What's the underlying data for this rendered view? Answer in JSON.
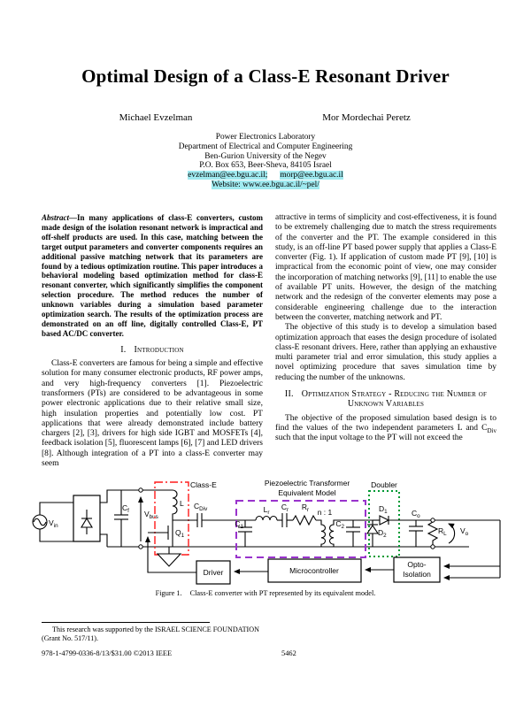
{
  "colors": {
    "highlight": "#a0eaf0",
    "blue": "#0000cc",
    "red": "#ff1a1a",
    "purple": "#9933cc",
    "green": "#009933"
  },
  "header": {
    "title": "Optimal Design of a Class-E Resonant Driver",
    "authors": [
      "Michael Evzelman",
      "Mor Mordechai Peretz"
    ]
  },
  "affiliation": {
    "lines": [
      "Power Electronics Laboratory",
      "Department of Electrical and Computer Engineering",
      "Ben-Gurion University of the Negev",
      "P.O. Box 653, Beer-Sheva, 84105 Israel"
    ],
    "email1": "evzelman@ee.bgu.ac.il;",
    "email2": "morp@ee.bgu.ac.il",
    "website": "Website: www.ee.bgu.ac.il/~pel/"
  },
  "body": {
    "abstract_label": "Abstract",
    "abstract_text": "—In many applications of class-E converters, custom made design of the isolation resonant network is impractical and off-shelf products are used. In this case, matching between the target output parameters and converter components requires an additional passive matching network that its parameters are found by a tedious optimization routine. This paper introduces a behavioral modeling based optimization method for class-E resonant converter, which significantly simplifies the component selection procedure. The method reduces the number of unknown variables during a simulation based parameter optimization search. The results of the optimization process are demonstrated on an off line, digitally controlled Class-E, PT based AC/DC converter.",
    "sections": [
      {
        "no": "I.",
        "title": "Introduction"
      },
      {
        "no": "II.",
        "title": "Optimization Strategy - Reducing the Number of Unknown Variables"
      }
    ],
    "intro_p1": "Class-E converters are famous for being a simple and effective solution for many consumer electronic products, RF power amps, and very high-frequency converters [1]. Piezoelectric transformers (PTs) are considered to be advantageous in some power electronic applications due to their relative small size, high insulation properties and potentially low cost. PT applications that were already demonstrated include battery chargers [2], [3], drivers for high side IGBT and MOSFETs [4], feedback isolation [5], fluorescent lamps [6], [7] and LED drivers [8]. Although integration of a PT into a class-E converter may seem",
    "col2_p1": "attractive in terms of simplicity and cost-effectiveness, it is found to be extremely challenging due to match the stress requirements of the converter and the PT. The example considered in this study, is an off-line PT based power supply that applies a Class-E converter (Fig. 1). If application of custom made PT [9], [10] is impractical from the economic point of view, one may consider the incorporation of matching networks [9], [11] to enable the use of available PT units. However, the design of the matching network and the redesign of the converter elements may pose a considerable engineering challenge due to the interaction between the converter, matching network and PT.",
    "col2_p2": "The objective of this study is to develop a simulation based optimization approach that eases the design procedure of isolated class-E resonant drivers. Here, rather than applying an exhaustive multi parameter trial and error simulation, this study applies a novel optimizing procedure that saves simulation time by reducing the number of the unknowns.",
    "col2_p3a": "The objective of the proposed simulation based design is to find the values of the two independent parameters L and C",
    "col2_p3_sub": "Div",
    "col2_p3b": " such that the input voltage to the PT will not exceed the"
  },
  "figure": {
    "caption_label": "Figure 1.",
    "caption_text": "Class-E converter with PT represented by its equivalent model.",
    "labels": {
      "vin_m": "V",
      "vin_s": "in",
      "cf_m": "C",
      "cf_s": "f",
      "vbus_m": "V",
      "vbus_s": "bus",
      "l": "L",
      "q1_m": "Q",
      "q1_s": "1",
      "cdiv_m": "C",
      "cdiv_s": "Div",
      "class_e": "Class-E",
      "pt1": "Piezoelectric Transformer",
      "pt2": "Equivalent Model",
      "c1_m": "C",
      "c1_s": "1",
      "lr_m": "L",
      "lr_s": "r",
      "cr_m": "C",
      "cr_s": "r",
      "rr_m": "R",
      "rr_s": "r",
      "n1": "n : 1",
      "c2_m": "C",
      "c2_s": "2",
      "doubler": "Doubler",
      "d1_m": "D",
      "d1_s": "1",
      "d2_m": "D",
      "d2_s": "2",
      "co_m": "C",
      "co_s": "o",
      "rl_m": "R",
      "rl_s": "L",
      "vo_m": "V",
      "vo_s": "o",
      "driver": "Driver",
      "micro": "Microcontroller",
      "opto1": "Opto-",
      "opto2": "Isolation"
    }
  },
  "footnote": {
    "line1": "This research was supported by the ISRAEL SCIENCE FOUNDATION",
    "line2": "(Grant No. 517/11)."
  },
  "footer": {
    "copyright": "978-1-4799-0336-8/13/$31.00 ©2013 IEEE",
    "page_number": "5462"
  }
}
